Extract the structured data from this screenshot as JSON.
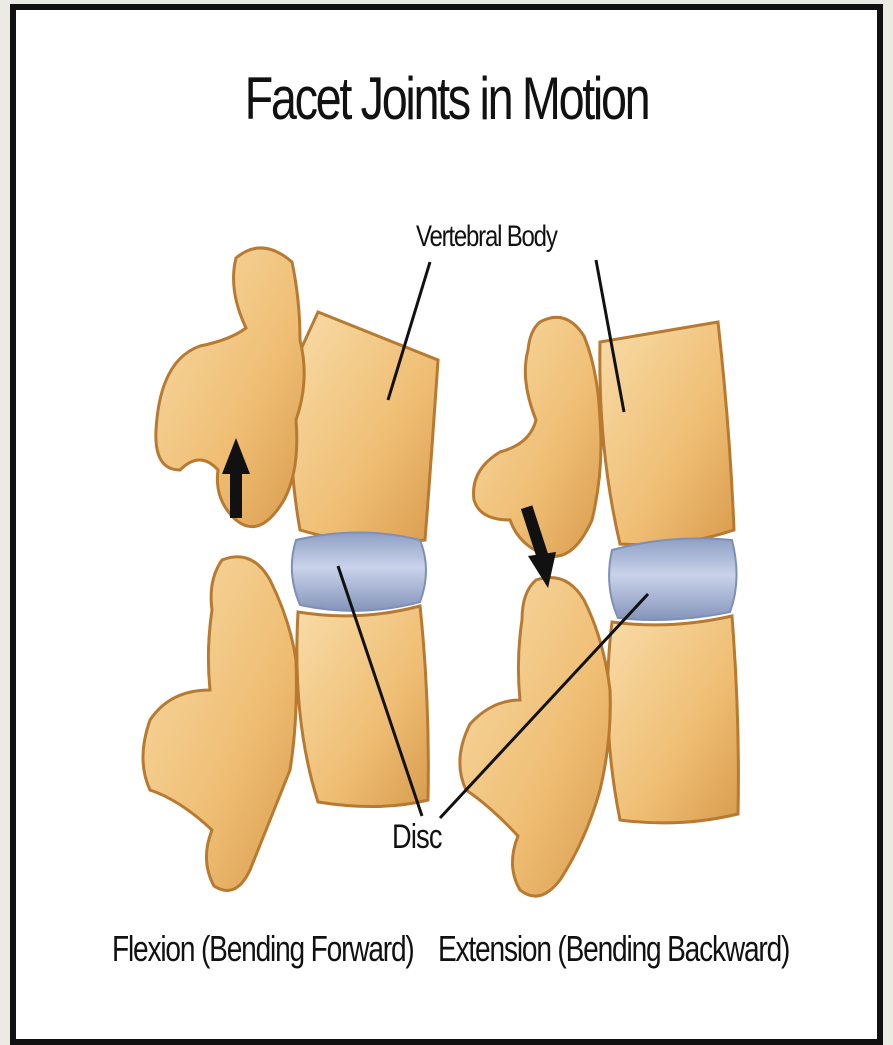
{
  "title": "Facet Joints in Motion",
  "labels": {
    "vertebral_body": "Vertebral Body",
    "disc": "Disc",
    "flexion": "Flexion (Bending Forward)",
    "extension": "Extension (Bending Backward)"
  },
  "colors": {
    "bone": "#f0c27c",
    "bone_outline": "#b87a30",
    "disc": "#a9b8d8",
    "frame": "#111111",
    "background": "#ffffff"
  },
  "arrows": {
    "flexion": "up-arrow-icon",
    "extension": "down-arrow-icon"
  }
}
